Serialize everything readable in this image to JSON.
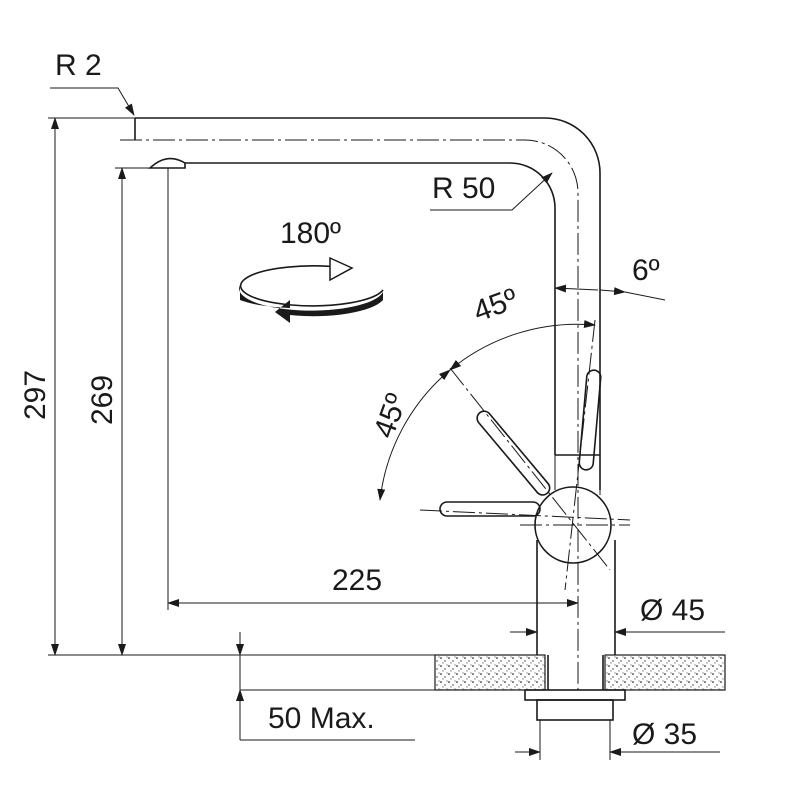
{
  "labels": {
    "r2": "R 2",
    "r50": "R 50",
    "rotation": "180º",
    "tilt": "6º",
    "angle_upper": "45º",
    "angle_lower": "45º",
    "height_total": "297",
    "height_outlet": "269",
    "reach": "225",
    "body_diameter": "Ø 45",
    "max_thickness": "50 Max.",
    "shank_diameter": "Ø 35"
  },
  "colors": {
    "line": "#1a1a1a",
    "background": "#ffffff"
  }
}
